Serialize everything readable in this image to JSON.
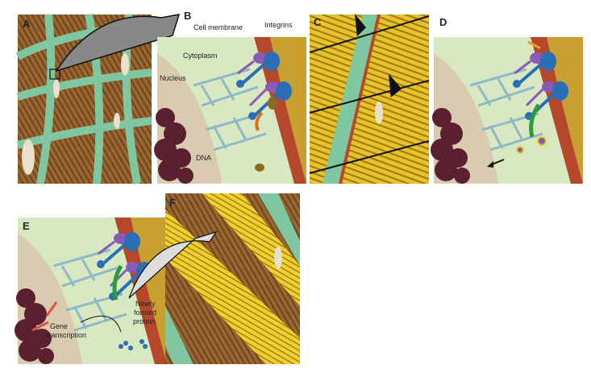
{
  "panels": {
    "a": {
      "letter": "A"
    },
    "b": {
      "letter": "B",
      "cell_membrane": "Cell membrane",
      "integrins": "Integrins",
      "cytoplasm": "Cytoplasm",
      "nucleus": "Nucleus",
      "dna": "DNA"
    },
    "c": {
      "letter": "C"
    },
    "d": {
      "letter": "D"
    },
    "e": {
      "letter": "E",
      "gene_transcription_1": "Gene",
      "gene_transcription_2": "transcription",
      "new_protein_1": "Newly",
      "new_protein_2": "formed",
      "new_protein_3": "protein"
    },
    "f": {
      "letter": "F"
    }
  },
  "colors": {
    "muscle_brown": "#8a5a2a",
    "cytoplasm_green": "#cfe3b5",
    "tissue_green": "#7fc7a0",
    "membrane_red": "#b5482a",
    "integrin_blue": "#2a6fb5",
    "integrin_purple": "#8a5ab5",
    "fiber_yellow": "#e8c22a",
    "nucleus_tan": "#d9cbb0",
    "dna_maroon": "#5a2030"
  }
}
